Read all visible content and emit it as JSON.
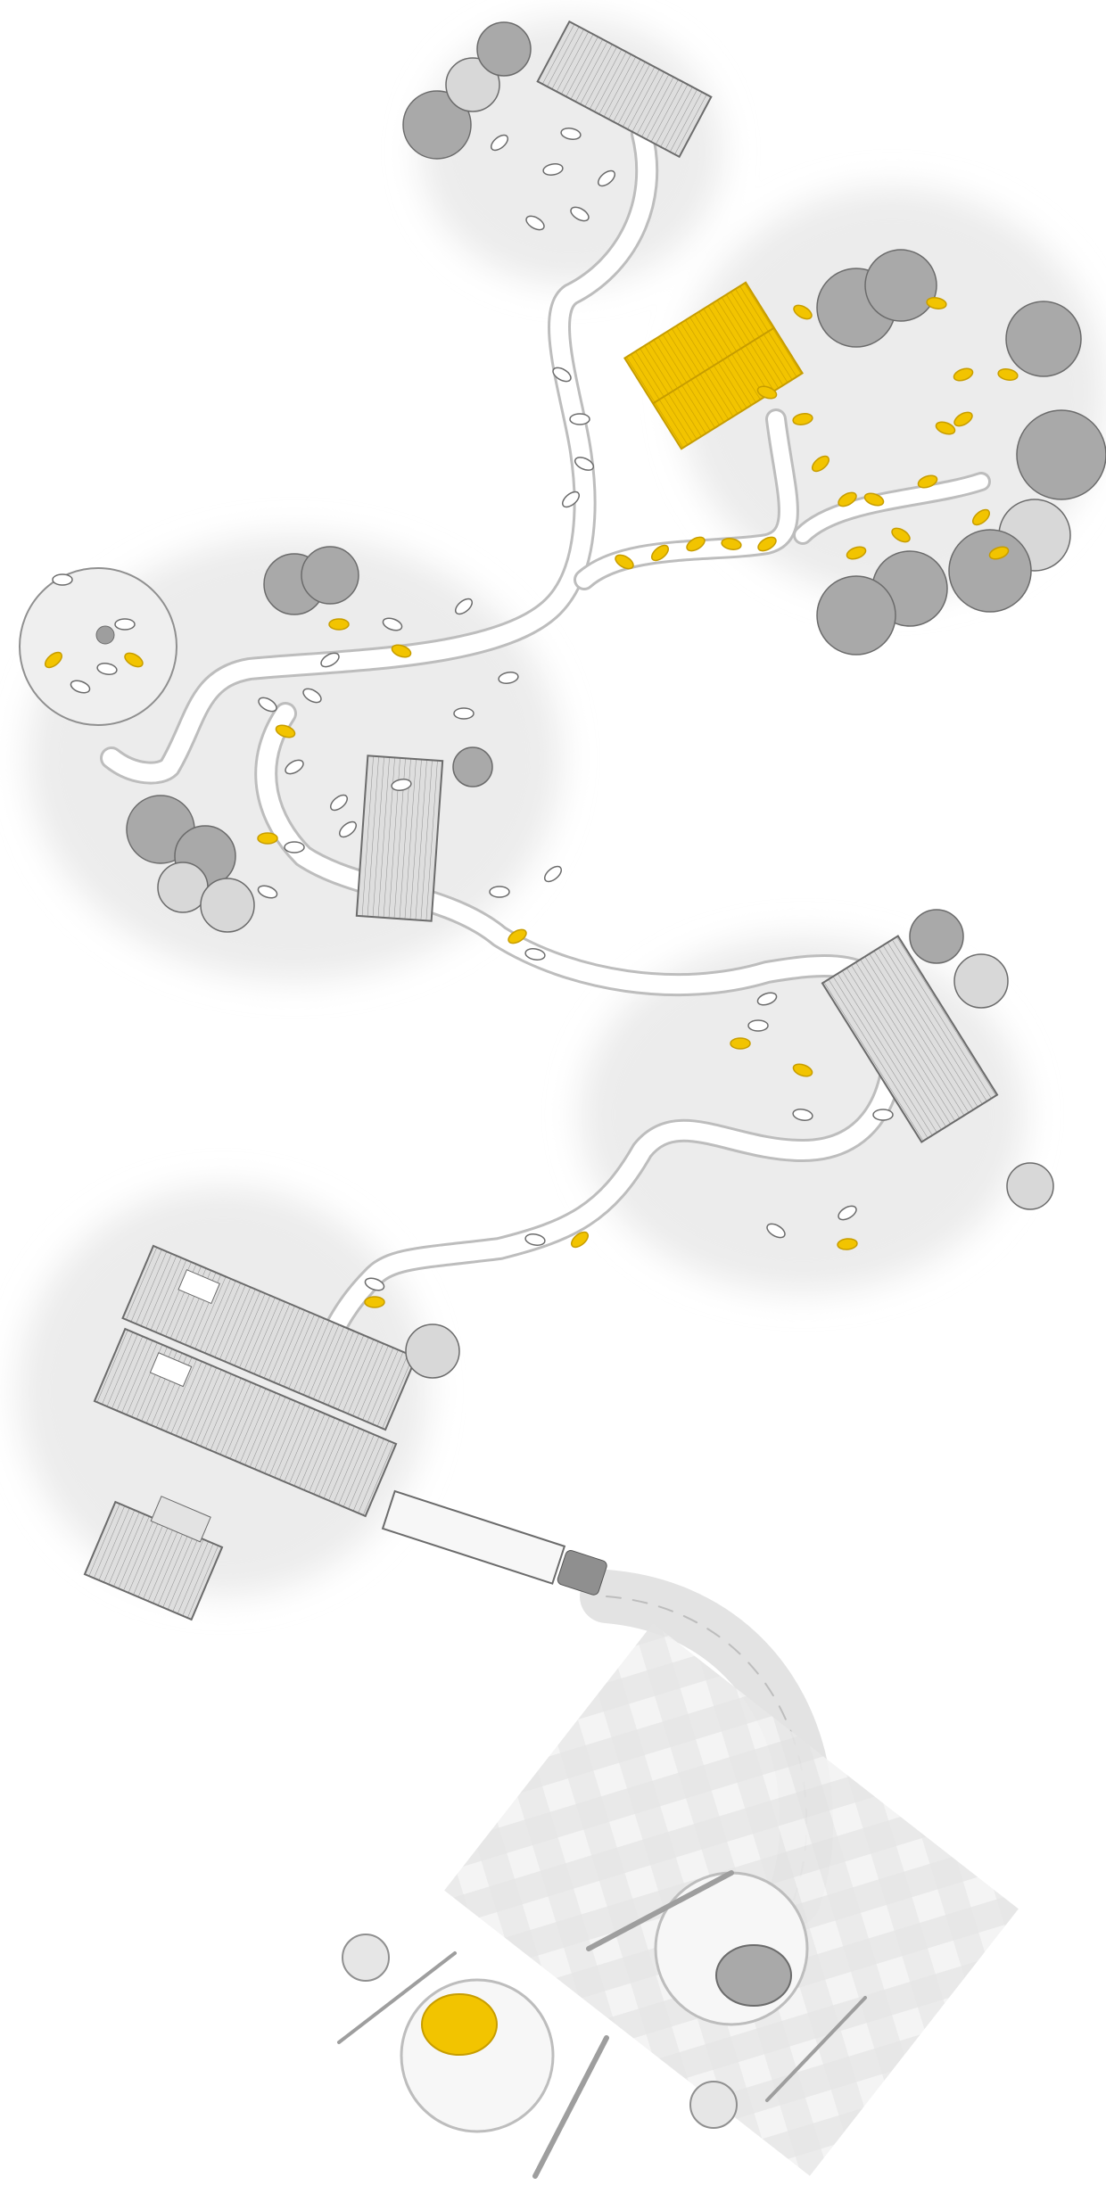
{
  "palette": {
    "background": "#ffffff",
    "ground": "#ececec",
    "ground_dark": "#e2e2e2",
    "road": "#ffffff",
    "road_edge": "#bdbdbd",
    "roof": "#d9d9d9",
    "roof_line": "#8f8f8f",
    "highlight": "#f2c400",
    "highlight_line": "#c79d00",
    "tree": "#9e9e9e",
    "tree_light": "#dcdcdc",
    "animal_white": "#ffffff",
    "animal_outline": "#6b6b6b",
    "cloth": "#e3e3e3",
    "plate": "#f7f7f7"
  },
  "scene": {
    "description_items": {
      "top_pasture": "white-animals-pasture",
      "highlighted_barn": "yellow-barn",
      "round_pen": "round-pen",
      "processing_plant": "processing-building",
      "truck": "delivery-truck",
      "table": "dining-table",
      "plates": [
        "plate-with-yellow-meat",
        "plate-with-gray-meat"
      ]
    }
  }
}
